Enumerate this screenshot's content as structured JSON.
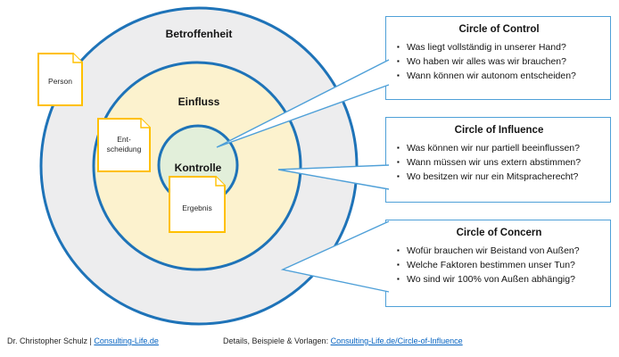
{
  "slide": {
    "rings": [
      {
        "id": "concern",
        "label": "Betroffenheit",
        "fill": "#ededee"
      },
      {
        "id": "influence",
        "label": "Einfluss",
        "fill": "#fcf2ce"
      },
      {
        "id": "control",
        "label": "Kontrolle",
        "fill": "#e2efda"
      }
    ],
    "notes": [
      {
        "id": "person",
        "label": "Person"
      },
      {
        "id": "entscheidung",
        "label_line1": "Ent-",
        "label_line2": "scheidung"
      },
      {
        "id": "ergebnis",
        "label": "Ergebnis"
      }
    ]
  },
  "callouts": [
    {
      "title": "Circle of Control",
      "bullets": [
        "Was liegt vollständig in unserer Hand?",
        "Wo haben wir alles was wir brauchen?",
        "Wann können wir autonom entscheiden?"
      ]
    },
    {
      "title": "Circle of Influence",
      "bullets": [
        "Was können wir nur partiell beeinflussen?",
        "Wann müssen wir uns extern abstimmen?",
        "Wo besitzen wir nur ein Mitspracherecht?"
      ]
    },
    {
      "title": "Circle of Concern",
      "bullets": [
        "Wofür brauchen wir Beistand von Außen?",
        "Welche Faktoren bestimmen unser Tun?",
        "Wo sind wir 100% von Außen abhängig?"
      ]
    }
  ],
  "footer": {
    "author_prefix": "Dr. Christopher Schulz | ",
    "author_link": "Consulting-Life.de",
    "details_prefix": "Details, Beispiele & Vorlagen: ",
    "details_link": "Consulting-Life.de/Circle-of-Influence"
  },
  "icons": {
    "bullet": "▪"
  },
  "colors": {
    "circle_stroke": "#1e73b8",
    "callout_stroke": "#4fa0d8",
    "note_stroke": "#ffc000",
    "ring_concern_fill": "#ededee",
    "ring_influence_fill": "#fcf2ce",
    "ring_control_fill": "#e2efda",
    "link_blue": "#0563c1",
    "text": "#141414"
  }
}
